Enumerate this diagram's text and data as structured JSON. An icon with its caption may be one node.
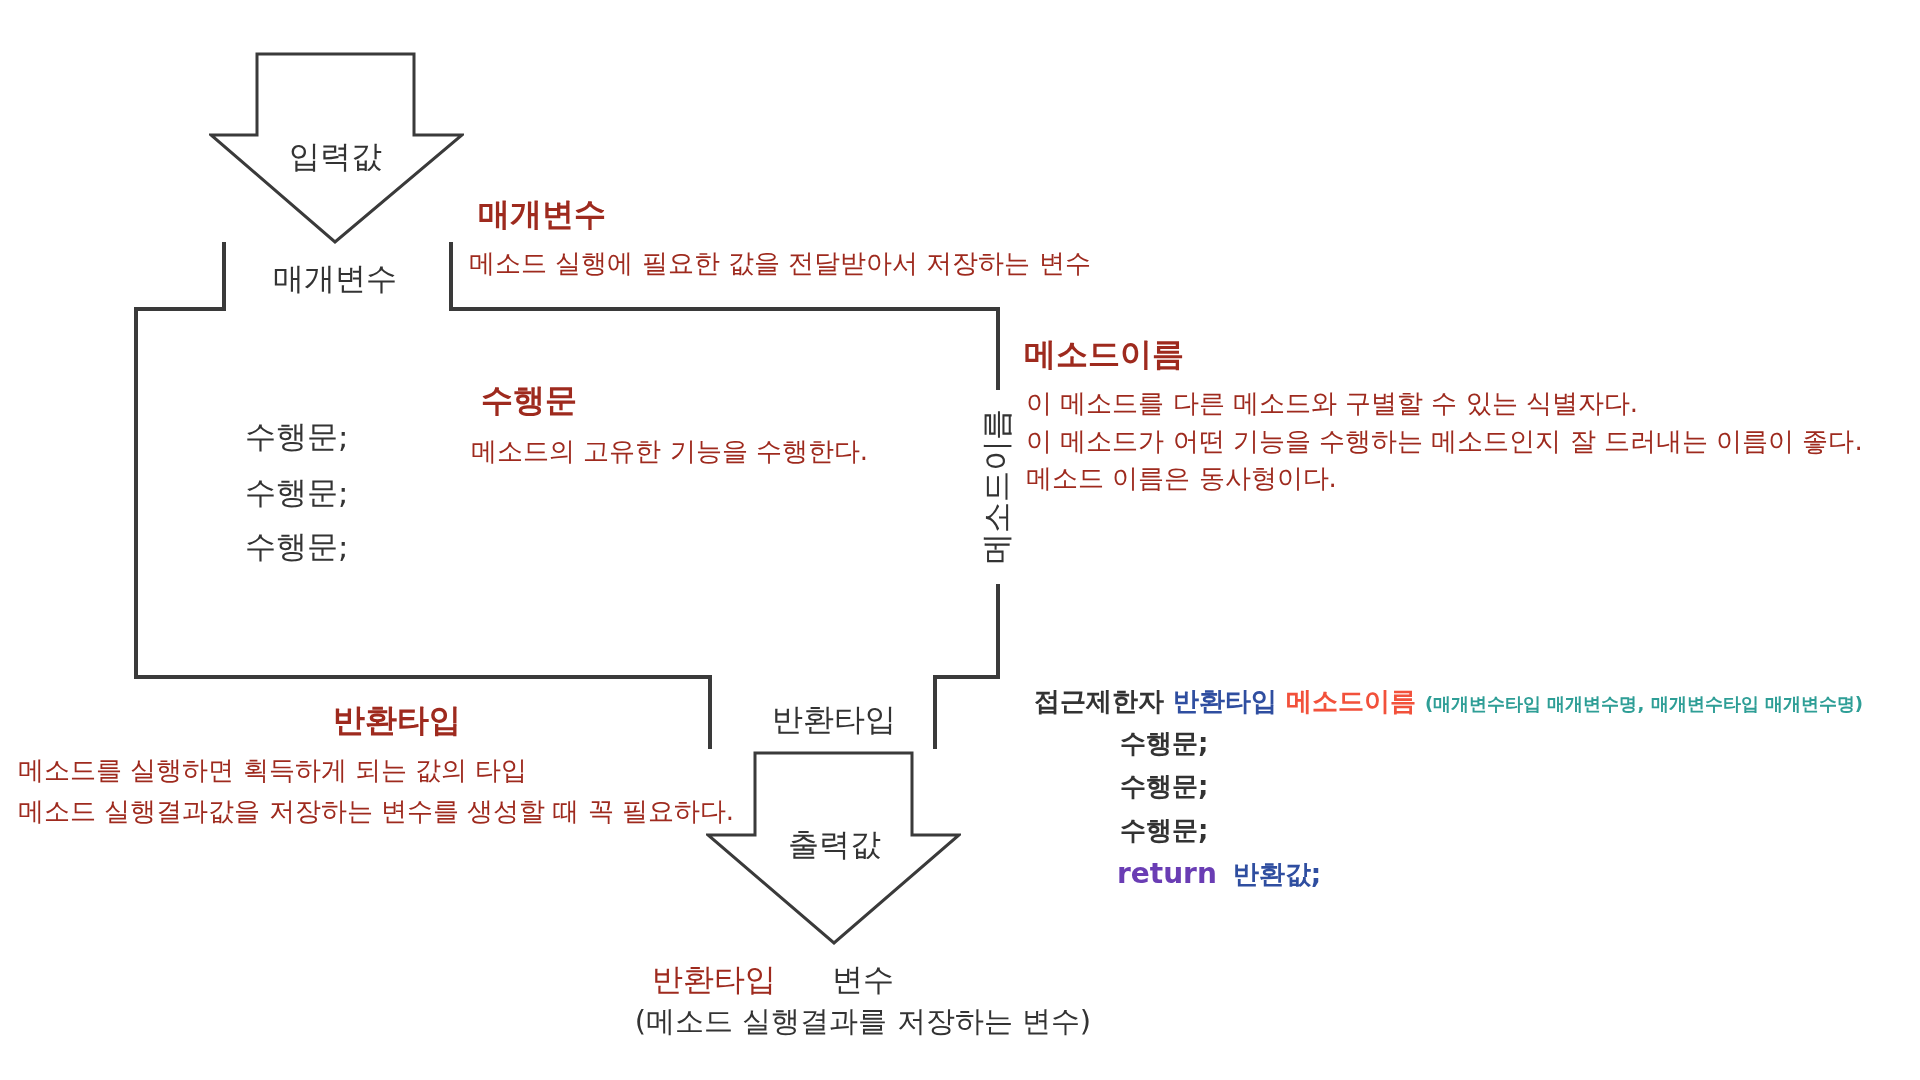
{
  "diagram": {
    "nodes": [
      {
        "text": [
          "입력값"
        ]
      },
      {
        "text": [
          "매개변수",
          "수행문;",
          "수행문;",
          "수행문;",
          "메소드이름",
          "반환타입"
        ]
      },
      {
        "text": [
          "출력값"
        ]
      }
    ],
    "labels": [
      "매개변수",
      "메소드 실행에 필요한 값을 전달받아서 저장하는 변수",
      "수행문",
      "메소드의 고유한 기능을 수행한다.",
      "메소드이름",
      "이 메소드를 다른 메소드와 구별할 수 있는 식별자다.",
      "이 메소드가 어떤 기능을 수행하는 메소드인지 잘 드러내는 이름이 좋다.",
      "메소드 이름은 동사형이다.",
      "반환타입",
      "메소드를 실행하면 획득하게 되는 값의 타입",
      "메소드 실행결과값을 저장하는 변수를 생성할 때 꼭 필요하다.",
      "접근제한자",
      "반환타입",
      "메소드이름",
      "(매개변수타입 매개변수명, 매개변수타입 매개변수명)",
      "수행문;",
      "수행문;",
      "수행문;",
      "return",
      "반환값;",
      "반환타입",
      "변수",
      "(메소드 실행결과를 저장하는 변수)"
    ]
  }
}
